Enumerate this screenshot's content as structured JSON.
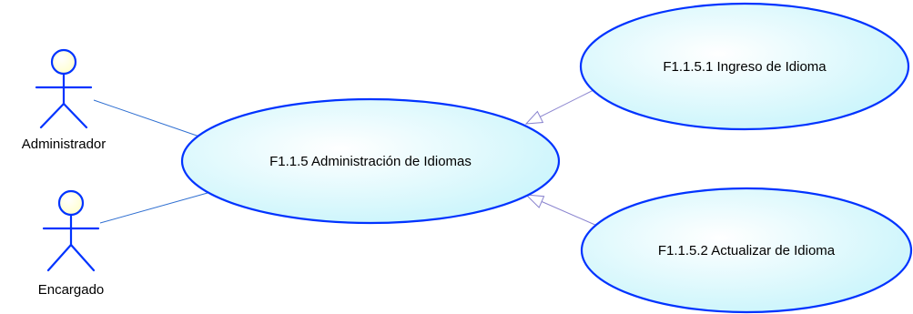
{
  "colors": {
    "actor_stroke": "#0033ff",
    "actor_head_fill": "#ffffcc",
    "usecase_stroke": "#0033ff",
    "usecase_fill_light": "#ffffff",
    "usecase_fill_dark": "#c6f4fb",
    "association_line": "#2f6fd1",
    "generalization_line": "#8a84cf"
  },
  "actors": [
    {
      "label": "Administrador"
    },
    {
      "label": "Encargado"
    }
  ],
  "use_cases": [
    {
      "label": "F1.1.5 Administración de Idiomas"
    },
    {
      "label": "F1.1.5.1 Ingreso de Idioma"
    },
    {
      "label": "F1.1.5.2 Actualizar de Idioma"
    }
  ]
}
